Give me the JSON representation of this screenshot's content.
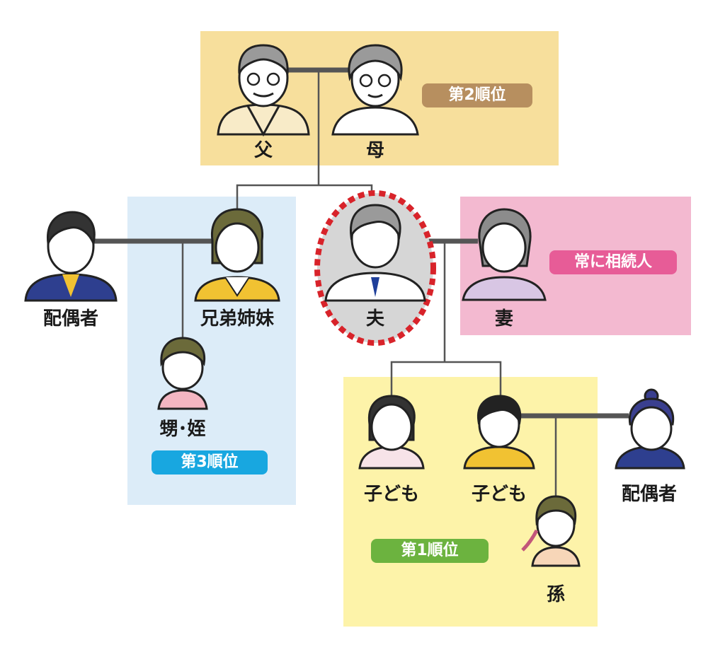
{
  "colors": {
    "rank1_bg": "#fdf3a9",
    "rank2_bg": "#f7df9c",
    "rank3_bg": "#dcecf8",
    "spouse_bg": "#f3b9d0",
    "rank1_badge": "#6cb33f",
    "rank2_badge": "#b78f5f",
    "rank3_badge": "#18a7e0",
    "always_badge": "#e75c97",
    "highlight_ring": "#d8232a",
    "line_color": "#555555"
  },
  "groups": {
    "rank2": {
      "badge": "第2順位"
    },
    "rank3": {
      "badge": "第3順位"
    },
    "rank1": {
      "badge": "第1順位"
    },
    "spouse": {
      "badge": "常に相続人"
    }
  },
  "people": {
    "father": "父",
    "mother": "母",
    "sibling_spouse": "配偶者",
    "siblings": "兄弟姉妹",
    "nephew_niece": "甥･姪",
    "husband": "夫",
    "wife": "妻",
    "child1": "子ども",
    "child2": "子ども",
    "child_spouse": "配偶者",
    "grandchild": "孫"
  }
}
